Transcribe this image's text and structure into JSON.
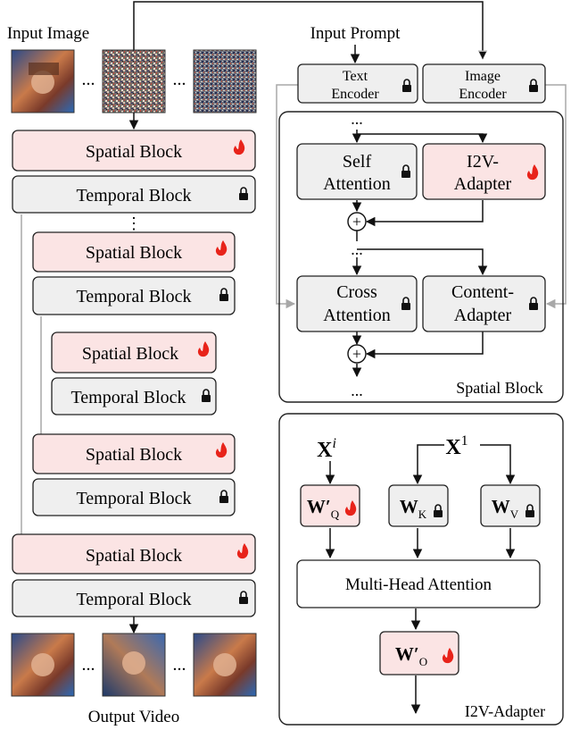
{
  "labels": {
    "input_image": "Input Image",
    "output_video": "Output Video",
    "input_prompt": "Input Prompt",
    "ellipsis": "..."
  },
  "left_stack": {
    "spatial_label": "Spatial Block",
    "temporal_label": "Temporal Block",
    "levels": [
      {
        "spatial": "trainable",
        "temporal": "frozen"
      },
      {
        "spatial": "trainable",
        "temporal": "frozen"
      },
      {
        "spatial": "trainable",
        "temporal": "frozen"
      },
      {
        "spatial": "trainable",
        "temporal": "frozen"
      },
      {
        "spatial": "trainable",
        "temporal": "frozen"
      }
    ]
  },
  "encoders": {
    "text": [
      "Text",
      "Encoder"
    ],
    "image": [
      "Image",
      "Encoder"
    ]
  },
  "spatial_detail": {
    "title": "Spatial Block",
    "self_attention": [
      "Self",
      "Attention"
    ],
    "i2v_adapter": [
      "I2V-",
      "Adapter"
    ],
    "cross_attention": [
      "Cross",
      "Attention"
    ],
    "content_adapter": [
      "Content-",
      "Adapter"
    ],
    "plus": "+"
  },
  "adapter_detail": {
    "title": "I2V-Adapter",
    "xi_base": "X",
    "xi_sup": "i",
    "x1_base": "X",
    "x1_sup": "1",
    "wq_base": "W′",
    "wq_sub": "Q",
    "wk_base": "W",
    "wk_sub": "K",
    "wv_base": "W",
    "wv_sub": "V",
    "mha": "Multi-Head Attention",
    "wo_base": "W′",
    "wo_sub": "O"
  },
  "colors": {
    "trainable_fill": "#fbe4e4",
    "frozen_fill": "#efefef",
    "stroke": "#222222",
    "flame": "#e8231a",
    "gray_line": "#a8a8a8"
  },
  "icons": {
    "trainable": "flame-icon",
    "frozen": "lock-icon"
  }
}
